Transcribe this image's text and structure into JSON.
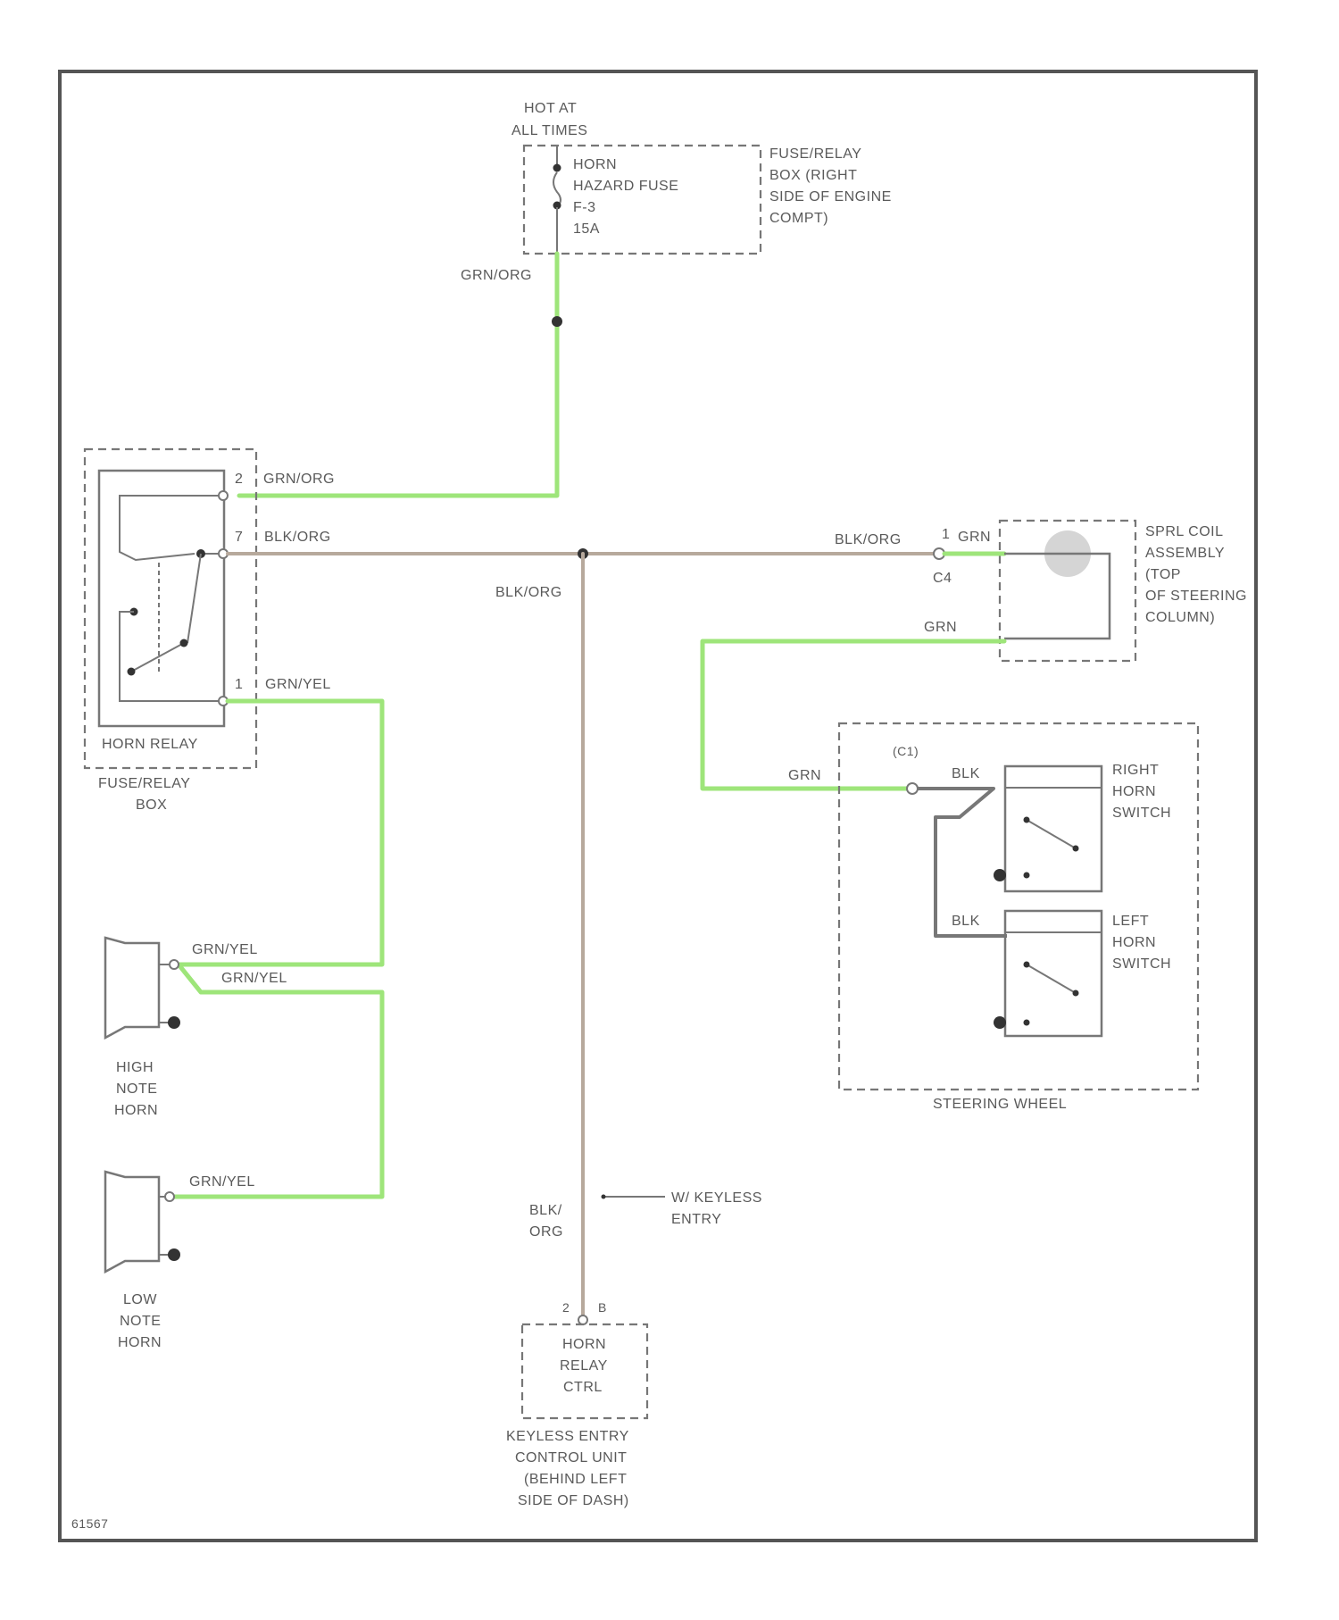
{
  "diagram_id": "61567",
  "fuse_box": {
    "hot_label": [
      "HOT AT",
      "ALL TIMES"
    ],
    "fuse_lines": [
      "HORN",
      "HAZARD FUSE",
      "F-3",
      "15A"
    ],
    "location_lines": [
      "FUSE/RELAY",
      "BOX (RIGHT",
      "SIDE OF ENGINE",
      "COMPT)"
    ]
  },
  "wires": {
    "grn_org_fuse": "GRN/ORG",
    "grn_org_relay": "GRN/ORG",
    "blk_org_relay": "BLK/ORG",
    "blk_org_vertical": "BLK/ORG",
    "blk_org_right": "BLK/ORG",
    "grn_coil": "GRN",
    "grn_loop": "GRN",
    "grn_switch": "GRN",
    "blk_right_switch": "BLK",
    "blk_left_switch": "BLK",
    "grn_yel_relay": "GRN/YEL",
    "grn_yel_high_1": "GRN/YEL",
    "grn_yel_high_2": "GRN/YEL",
    "grn_yel_low": "GRN/YEL",
    "blk_org_bottom": [
      "BLK/",
      "ORG"
    ]
  },
  "relay": {
    "pin_2": "2",
    "pin_7": "7",
    "pin_1": "1",
    "name": "HORN RELAY",
    "box_lines": [
      "FUSE/RELAY",
      "BOX"
    ]
  },
  "spiral_coil": {
    "pin_1": "1",
    "connector": "C4",
    "name_lines": [
      "SPRL COIL",
      "ASSEMBLY",
      "(TOP",
      "OF STEERING",
      "COLUMN)"
    ]
  },
  "steering_wheel": {
    "connector": "(C1)",
    "connector_pin": "C1",
    "right_switch_lines": [
      "RIGHT",
      "HORN",
      "SWITCH"
    ],
    "left_switch_lines": [
      "LEFT",
      "HORN",
      "SWITCH"
    ],
    "name": "STEERING WHEEL"
  },
  "horns": {
    "high_lines": [
      "HIGH",
      "NOTE",
      "HORN"
    ],
    "low_lines": [
      "LOW",
      "NOTE",
      "HORN"
    ]
  },
  "keyless": {
    "note_lines": [
      "W/ KEYLESS",
      "ENTRY"
    ],
    "pin_left": "2",
    "pin_right": "B",
    "ctrl_lines": [
      "HORN",
      "RELAY",
      "CTRL"
    ],
    "unit_lines": [
      "KEYLESS ENTRY",
      "CONTROL UNIT",
      "(BEHIND LEFT",
      "SIDE OF DASH)"
    ]
  }
}
